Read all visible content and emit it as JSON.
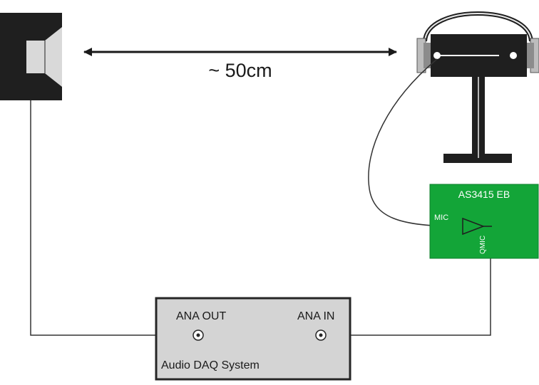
{
  "distance_label": "~ 50cm",
  "eval_board": {
    "title": "AS3415 EB",
    "mic_label": "MIC",
    "qmic_label": "QMIC",
    "color": "#13a538"
  },
  "daq": {
    "name": "Audio DAQ System",
    "ana_out_label": "ANA OUT",
    "ana_in_label": "ANA IN",
    "fill": "#d4d4d4"
  },
  "colors": {
    "wire": "#333333",
    "device_dark": "#1f1f1f",
    "speaker_cone": "#d9d9d9"
  }
}
